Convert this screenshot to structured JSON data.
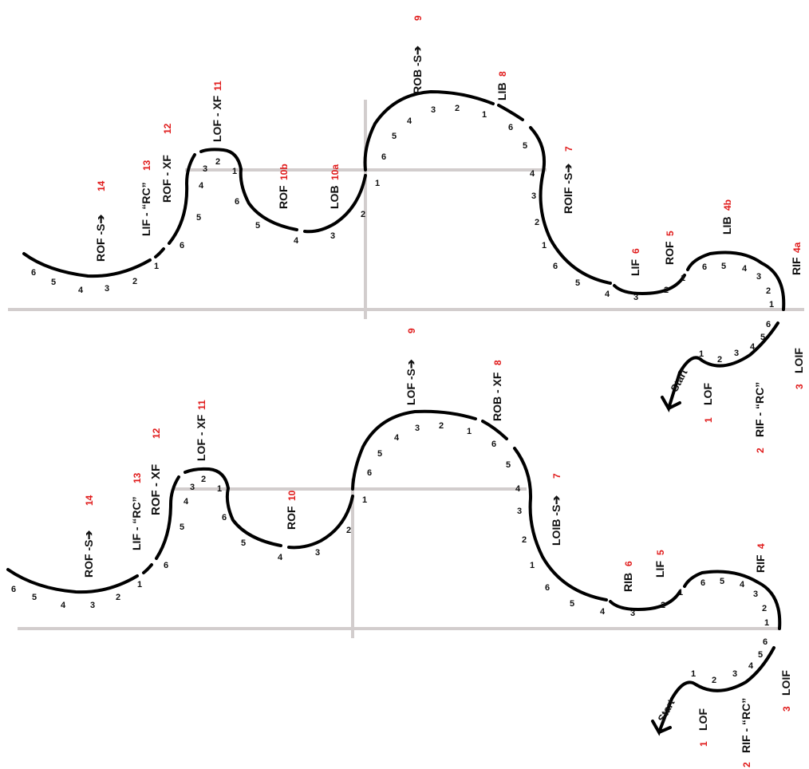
{
  "diagrams": [
    {
      "id": "top",
      "labels": [
        {
          "name": "start-label",
          "text": "Start"
        },
        {
          "name": "step-label",
          "text": "LOF",
          "num": "1"
        },
        {
          "name": "step-label",
          "text": "RIF - “RC”",
          "num": "2"
        },
        {
          "name": "step-label",
          "text": "LOIF",
          "num": "3"
        },
        {
          "name": "step-label",
          "text": "RIF",
          "num": "4a"
        },
        {
          "name": "step-label",
          "text": "LIB",
          "num": "4b"
        },
        {
          "name": "step-label",
          "text": "ROF",
          "num": "5"
        },
        {
          "name": "step-label",
          "text": "LIF",
          "num": "6"
        },
        {
          "name": "step-label",
          "text": "ROIF -S➔",
          "num": "7"
        },
        {
          "name": "step-label",
          "text": "LIB",
          "num": "8"
        },
        {
          "name": "step-label",
          "text": "ROB -S➔",
          "num": "9"
        },
        {
          "name": "step-label",
          "text": "LOB",
          "num": "10a"
        },
        {
          "name": "step-label",
          "text": "ROF",
          "num": "10b"
        },
        {
          "name": "step-label",
          "text": "LOF - XF",
          "num": "11"
        },
        {
          "name": "step-label",
          "text": "ROF - XF",
          "num": "12"
        },
        {
          "name": "step-label",
          "text": "LIF - “RC”",
          "num": "13"
        },
        {
          "name": "step-label",
          "text": "ROF -S➔",
          "num": "14"
        }
      ]
    },
    {
      "id": "bottom",
      "labels": [
        {
          "name": "start-label",
          "text": "Start"
        },
        {
          "name": "step-label",
          "text": "LOF",
          "num": "1"
        },
        {
          "name": "step-label",
          "text": "RIF - “RC”",
          "num": "2"
        },
        {
          "name": "step-label",
          "text": "LOIF",
          "num": "3"
        },
        {
          "name": "step-label",
          "text": "RIF",
          "num": "4"
        },
        {
          "name": "step-label",
          "text": "LIF",
          "num": "5"
        },
        {
          "name": "step-label",
          "text": "RIB",
          "num": "6"
        },
        {
          "name": "step-label",
          "text": "LOIB -S➔",
          "num": "7"
        },
        {
          "name": "step-label",
          "text": "ROB - XF",
          "num": "8"
        },
        {
          "name": "step-label",
          "text": "LOF -S➔",
          "num": "9"
        },
        {
          "name": "step-label",
          "text": "ROF",
          "num": "10"
        },
        {
          "name": "step-label",
          "text": "LOF - XF",
          "num": "11"
        },
        {
          "name": "step-label",
          "text": "ROF - XF",
          "num": "12"
        },
        {
          "name": "step-label",
          "text": "LIF - “RC”",
          "num": "13"
        },
        {
          "name": "step-label",
          "text": "ROF -S➔",
          "num": "14"
        }
      ]
    }
  ]
}
